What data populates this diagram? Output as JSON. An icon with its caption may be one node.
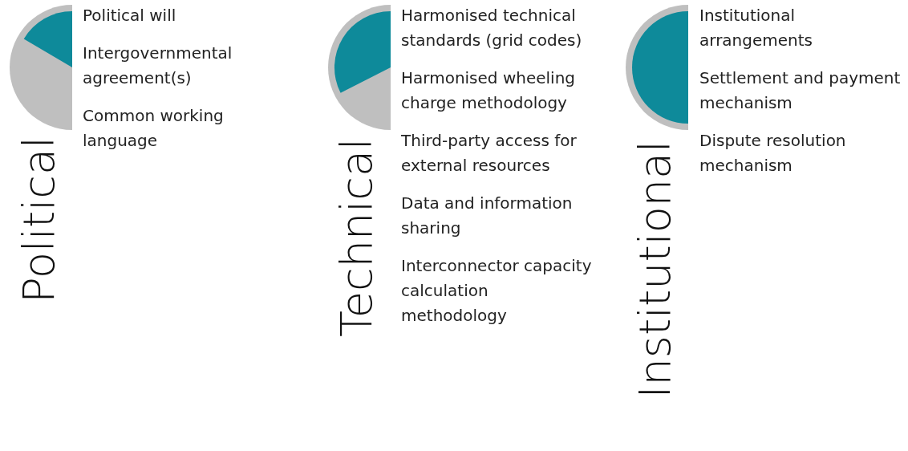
{
  "diagram": {
    "labels": [
      "Political",
      "Political will",
      "Intergovernmental agreement(s)",
      "Common working language",
      "Technical",
      "Harmonised technical standards (grid codes)",
      "Harmonised wheeling charge methodology",
      "Third-party access for external resources",
      "Data and information sharing",
      "Interconnector capacity calculation methodology",
      "Institutional",
      "Institutional arrangements",
      "Settlement and payment mechanism",
      "Dispute resolution mechanism"
    ]
  }
}
